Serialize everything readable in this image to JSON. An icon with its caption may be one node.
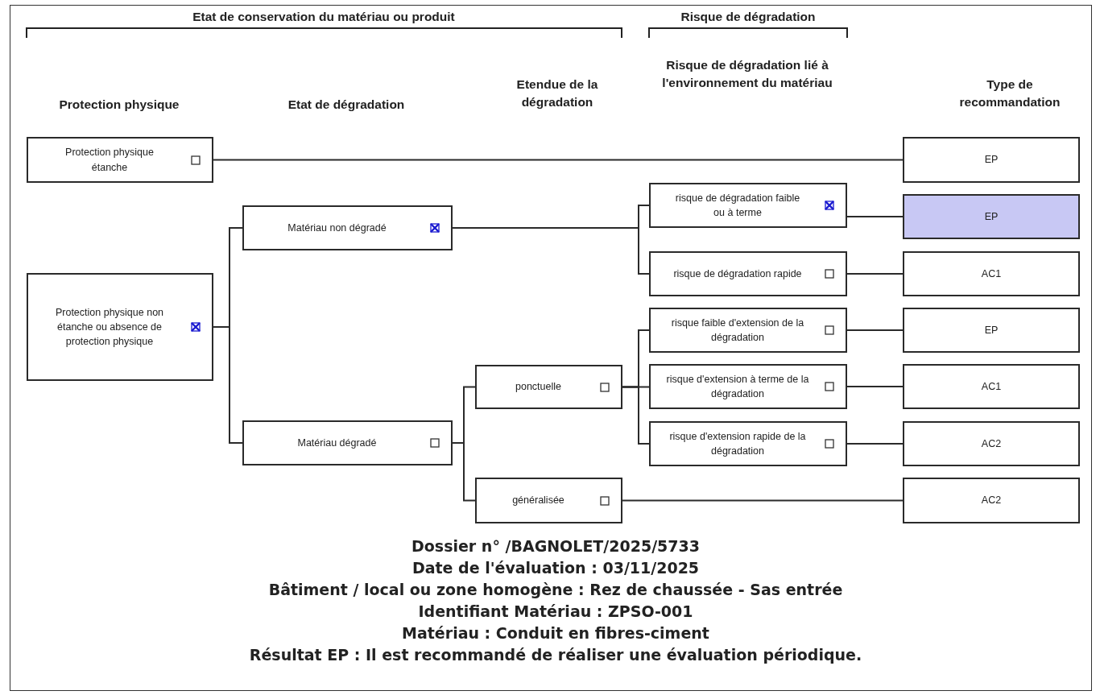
{
  "diagram": {
    "nodes": [
      {
        "text": [
          "Protection physique étanche"
        ]
      },
      {
        "text": [
          "Protection physique non étanche ou absence de protection physique"
        ]
      },
      {
        "text": [
          "Matériau non dégradé"
        ]
      },
      {
        "text": [
          "Matériau dégradé"
        ]
      },
      {
        "text": [
          "ponctuelle"
        ]
      },
      {
        "text": [
          "généralisée"
        ]
      },
      {
        "text": [
          "risque de dégradation faible ou à terme"
        ]
      },
      {
        "text": [
          "risque de dégradation rapide"
        ]
      },
      {
        "text": [
          "risque faible d'extension de la dégradation"
        ]
      },
      {
        "text": [
          "risque d'extension à terme de la dégradation"
        ]
      },
      {
        "text": [
          "risque d'extension rapide de la dégradation"
        ]
      },
      {
        "text": [
          "EP"
        ]
      },
      {
        "text": [
          "EP"
        ]
      },
      {
        "text": [
          "AC1"
        ]
      },
      {
        "text": [
          "EP"
        ]
      },
      {
        "text": [
          "AC1"
        ]
      },
      {
        "text": [
          "AC2"
        ]
      },
      {
        "text": [
          "AC2"
        ]
      }
    ],
    "edges": [
      {
        "from": 0,
        "to": 11,
        "arrow": "none"
      },
      {
        "from": 1,
        "to": 2,
        "arrow": "none"
      },
      {
        "from": 1,
        "to": 3,
        "arrow": "none"
      },
      {
        "from": 2,
        "to": 6,
        "arrow": "none"
      },
      {
        "from": 2,
        "to": 7,
        "arrow": "none"
      },
      {
        "from": 3,
        "to": 4,
        "arrow": "none"
      },
      {
        "from": 3,
        "to": 5,
        "arrow": "none"
      },
      {
        "from": 4,
        "to": 8,
        "arrow": "none"
      },
      {
        "from": 4,
        "to": 9,
        "arrow": "none"
      },
      {
        "from": 4,
        "to": 10,
        "arrow": "none"
      },
      {
        "from": 6,
        "to": 12,
        "arrow": "none"
      },
      {
        "from": 7,
        "to": 13,
        "arrow": "none"
      },
      {
        "from": 8,
        "to": 14,
        "arrow": "none"
      },
      {
        "from": 9,
        "to": 15,
        "arrow": "none"
      },
      {
        "from": 10,
        "to": 16,
        "arrow": "none"
      },
      {
        "from": 5,
        "to": 17,
        "arrow": "none"
      }
    ],
    "labels": [
      "Etat de conservation du matériau ou produit",
      "Risque de dégradation",
      "Protection physique",
      "Etat de dégradation",
      "Etendue de la dégradation",
      "Risque de dégradation lié à l'environnement du matériau",
      "Type de recommandation",
      "Dossier n° /BAGNOLET/2025/5733",
      "Date de l'évaluation : 03/11/2025",
      "Bâtiment / local ou zone homogène : Rez de chaussée - Sas entrée",
      "Identifiant Matériau : ZPSO-001",
      "Matériau : Conduit en fibres-ciment",
      "Résultat EP : Il est recommandé de réaliser une évaluation périodique."
    ]
  }
}
